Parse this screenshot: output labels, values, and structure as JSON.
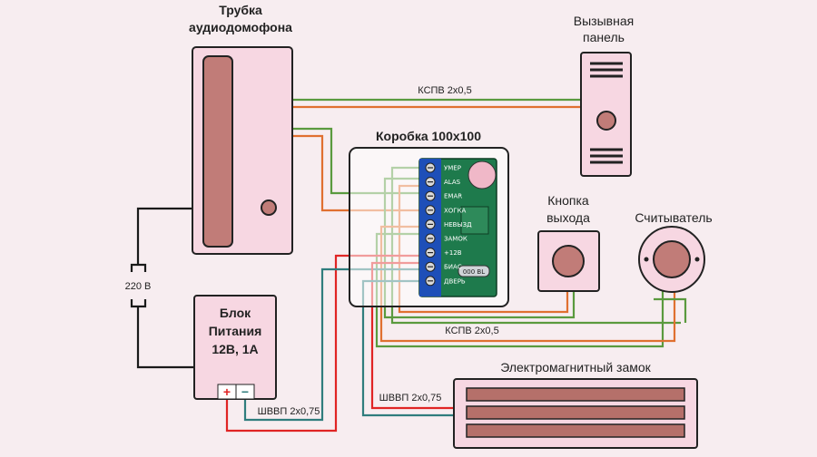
{
  "labels": {
    "handset": [
      "Трубка",
      "аудиодомофона"
    ],
    "call_panel": [
      "Вызывная",
      "панель"
    ],
    "box": "Коробка 100x100",
    "exit_button": [
      "Кнопка",
      "выхода"
    ],
    "reader": "Считыватель",
    "power": [
      "Блок",
      "Питания",
      "12В, 1А"
    ],
    "lock": "Электромагнитный замок",
    "mains": "220 В",
    "wire_kspv_top": "КСПВ 2х0,5",
    "wire_kspv_bottom": "КСПВ 2х0,5",
    "wire_shvvp_power": "ШВВП 2х0,75",
    "wire_shvvp_lock": "ШВВП 2х0,75",
    "plus": "+",
    "minus": "−"
  },
  "terminals": [
    "УМЕР",
    "ALAS",
    "EMAR",
    "ХОГКА",
    "НЕВЫЗД",
    "ЗАМОК",
    "+12В",
    "БИАС",
    "ДВЕРЬ"
  ],
  "board": {
    "chip_label": "000 BL"
  },
  "colors": {
    "background": "#f7edf0",
    "device_fill": "#f7d7e2",
    "wire_green": "#5a9a3e",
    "wire_orange": "#e07030",
    "wire_red": "#e02424",
    "wire_teal": "#2f7d7d",
    "wire_black": "#1a1a1a",
    "board_green": "#1e7a4c",
    "terminal_blue": "#1e4fb8",
    "lock_bar": "#b5706a"
  }
}
